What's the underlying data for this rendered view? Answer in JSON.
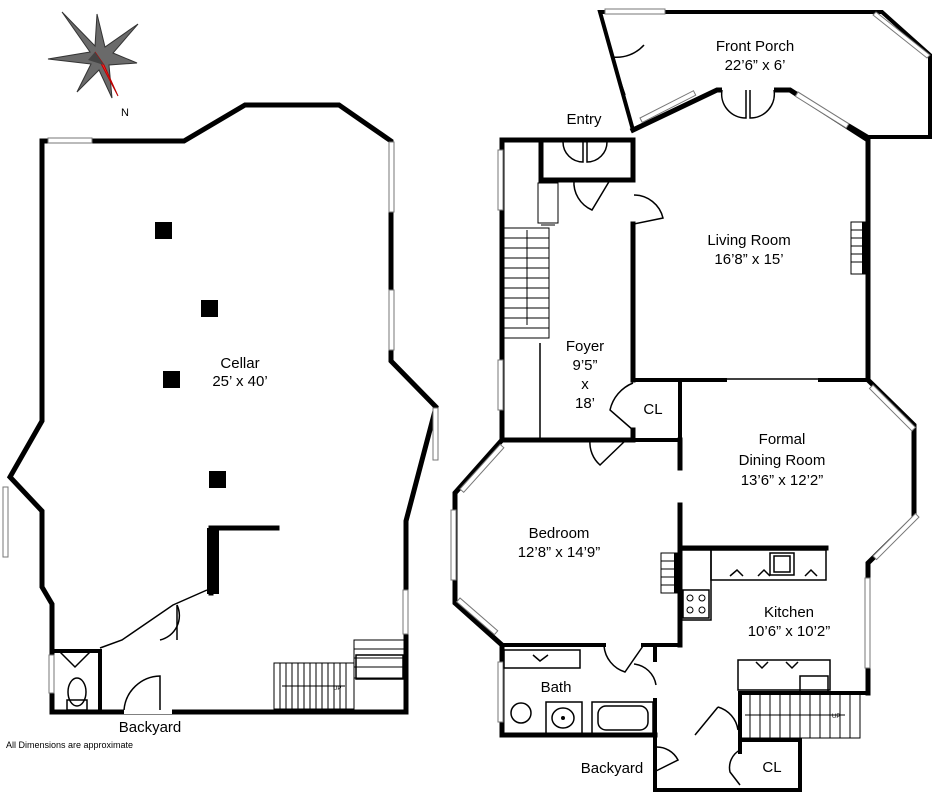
{
  "compass": {
    "north_label": "N"
  },
  "cellar": {
    "name": "Cellar",
    "size": "25’ x 40’",
    "backyard_label": "Backyard",
    "stair_label": "UP"
  },
  "main_floor": {
    "rooms": {
      "front_porch": {
        "name": "Front Porch",
        "size": "22’6” x 6’"
      },
      "entry": {
        "name": "Entry"
      },
      "living_room": {
        "name": "Living Room",
        "size": "16’8” x 15’"
      },
      "foyer": {
        "name": "Foyer",
        "size_w": "9’5”",
        "size_x": "x",
        "size_l": "18’"
      },
      "closet_foyer": {
        "name": "CL"
      },
      "formal_dining": {
        "name_1": "Formal",
        "name_2": "Dining Room",
        "size": "13’6” x 12’2”"
      },
      "bedroom": {
        "name": "Bedroom",
        "size": "12’8” x 14’9”"
      },
      "kitchen": {
        "name": "Kitchen",
        "size": "10’6” x 10’2”"
      },
      "bath": {
        "name": "Bath"
      },
      "backyard": {
        "name": "Backyard"
      },
      "closet_back": {
        "name": "CL"
      }
    },
    "stair_label": "UP"
  },
  "footnote": "All Dimensions are approximate"
}
